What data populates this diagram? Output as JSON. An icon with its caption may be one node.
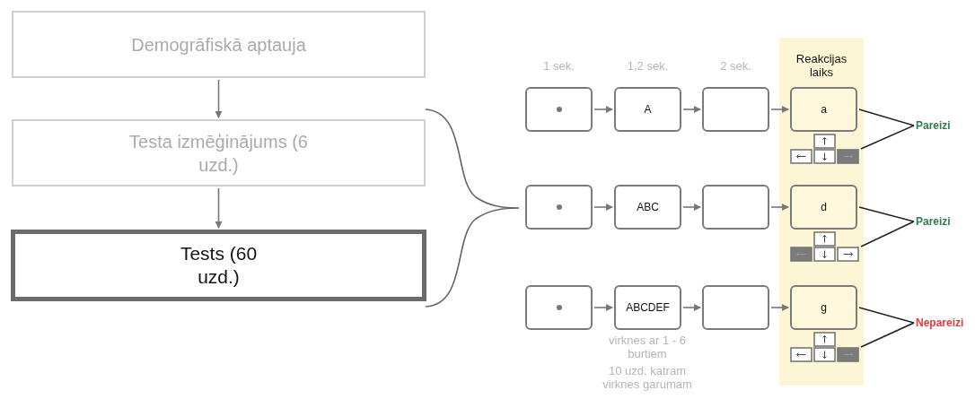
{
  "diagram": {
    "nodes": [
      {
        "text": [
          "Demogrāfiskā aptauja"
        ]
      },
      {
        "text": [
          "Testa izmēģinājums (6 uzd.)"
        ]
      },
      {
        "text": [
          "Tests (60 uzd.)"
        ]
      },
      {
        "text": [
          "Reakcijas laiks"
        ]
      },
      {
        "text": [],
        "shape": "box"
      },
      {
        "text": [
          "A"
        ]
      },
      {
        "text": [],
        "shape": "box"
      },
      {
        "text": [
          "a"
        ],
        "in": 3
      },
      {
        "text": [],
        "shape": "keyboard",
        "in": 3
      },
      {
        "text": [
          "Pareizi"
        ]
      },
      {
        "text": [],
        "shape": "box"
      },
      {
        "text": [
          "ABC"
        ]
      },
      {
        "text": [],
        "shape": "box"
      },
      {
        "text": [
          "d"
        ],
        "in": 3
      },
      {
        "text": [],
        "shape": "keyboard",
        "in": 3
      },
      {
        "text": [
          "Pareizi"
        ]
      },
      {
        "text": [],
        "shape": "box"
      },
      {
        "text": [
          "ABCDEF"
        ]
      },
      {
        "text": [],
        "shape": "box"
      },
      {
        "text": [
          "g"
        ],
        "in": 3
      },
      {
        "text": [],
        "shape": "keyboard",
        "in": 3
      },
      {
        "text": [
          "Nepareizi"
        ]
      }
    ],
    "edges": [
      {
        "from": 0,
        "to": 1,
        "arrow": "to"
      },
      {
        "from": 1,
        "to": 2,
        "arrow": "to"
      },
      {
        "from": 4,
        "to": 5,
        "arrow": "to"
      },
      {
        "from": 5,
        "to": 6,
        "arrow": "to"
      },
      {
        "from": 6,
        "to": 7,
        "arrow": "to"
      },
      {
        "from": 7,
        "to": 9,
        "arrow": "none"
      },
      {
        "from": 8,
        "to": 9,
        "arrow": "none"
      },
      {
        "from": 10,
        "to": 11,
        "arrow": "to"
      },
      {
        "from": 11,
        "to": 12,
        "arrow": "to"
      },
      {
        "from": 12,
        "to": 13,
        "arrow": "to"
      },
      {
        "from": 13,
        "to": 15,
        "arrow": "none"
      },
      {
        "from": 14,
        "to": 15,
        "arrow": "none"
      },
      {
        "from": 16,
        "to": 17,
        "arrow": "to"
      },
      {
        "from": 17,
        "to": 18,
        "arrow": "to"
      },
      {
        "from": 18,
        "to": 19,
        "arrow": "to"
      },
      {
        "from": 19,
        "to": 21,
        "arrow": "none"
      },
      {
        "from": 20,
        "to": 21,
        "arrow": "none"
      }
    ],
    "labels": [
      "1 sek.",
      "1,2 sek.",
      "2 sek.",
      "virknes ar 1 - 6 burtiem",
      "10 uzd. katram virknes garumam"
    ]
  }
}
